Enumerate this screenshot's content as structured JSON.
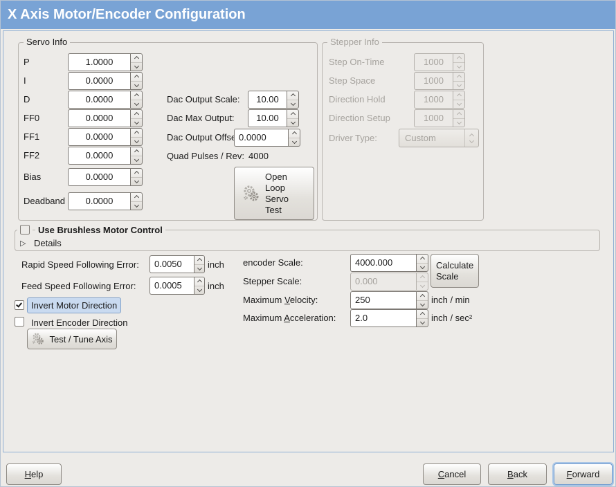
{
  "title": "X Axis Motor/Encoder Configuration",
  "icons": {
    "expander": "▷"
  },
  "servo": {
    "legend": "Servo Info",
    "rows": {
      "p": {
        "label": "P",
        "value": "1.0000"
      },
      "i": {
        "label": "I",
        "value": "0.0000"
      },
      "d": {
        "label": "D",
        "value": "0.0000"
      },
      "ff0": {
        "label": "FF0",
        "value": "0.0000"
      },
      "ff1": {
        "label": "FF1",
        "value": "0.0000"
      },
      "ff2": {
        "label": "FF2",
        "value": "0.0000"
      },
      "bias": {
        "label": "Bias",
        "value": "0.0000"
      },
      "deadband": {
        "label": "Deadband",
        "value": "0.0000"
      }
    }
  },
  "dac": {
    "scale": {
      "label": "Dac Output Scale:",
      "value": "10.00"
    },
    "max": {
      "label": "Dac Max Output:",
      "value": "10.00"
    },
    "offset": {
      "label": "Dac Output Offset:",
      "value": "0.0000"
    },
    "quad": {
      "label": "Quad Pulses / Rev:",
      "value": "4000"
    },
    "open_loop": {
      "line1": "Open",
      "line2": "Loop",
      "line3": "Servo",
      "line4": "Test"
    }
  },
  "stepper": {
    "legend": "Stepper Info",
    "rows": {
      "on_time": {
        "label": "Step On-Time",
        "value": "1000"
      },
      "space": {
        "label": "Step Space",
        "value": "1000"
      },
      "dir_hold": {
        "label": "Direction Hold",
        "value": "1000"
      },
      "dir_setup": {
        "label": "Direction Setup",
        "value": "1000"
      }
    },
    "driver": {
      "label": "Driver Type:",
      "value": "Custom"
    }
  },
  "brushless": {
    "label": "Use Brushless Motor Control",
    "details": "Details"
  },
  "following": {
    "rapid": {
      "label": "Rapid Speed Following Error:",
      "value": "0.0050",
      "unit": "inch"
    },
    "feed": {
      "label": "Feed Speed Following Error:",
      "value": "0.0005",
      "unit": "inch"
    }
  },
  "invert": {
    "motor": "Invert Motor Direction",
    "encoder": "Invert Encoder Direction"
  },
  "test_tune": {
    "label": "Test / Tune Axis"
  },
  "scales": {
    "encoder": {
      "label": "encoder Scale:",
      "value": "4000.000"
    },
    "stepper": {
      "label": "Stepper Scale:",
      "value": "0.000"
    },
    "calc": {
      "line1": "Calculate",
      "line2": "Scale"
    },
    "velocity": {
      "pre": "Maximum ",
      "key": "V",
      "post": "elocity:",
      "value": "250",
      "unit": "inch / min"
    },
    "accel": {
      "pre": "Maximum ",
      "key": "A",
      "post": "cceleration:",
      "value": "2.0",
      "unit": "inch / sec²"
    }
  },
  "actions": {
    "help": {
      "key": "H",
      "post": "elp"
    },
    "cancel": {
      "key": "C",
      "post": "ancel"
    },
    "back": {
      "key": "B",
      "post": "ack"
    },
    "forward": {
      "key": "F",
      "post": "orward"
    }
  },
  "colors": {
    "titlebar": "#79a3d5",
    "highlight": "#c9daf0",
    "focus_ring": "#aac6e6"
  }
}
